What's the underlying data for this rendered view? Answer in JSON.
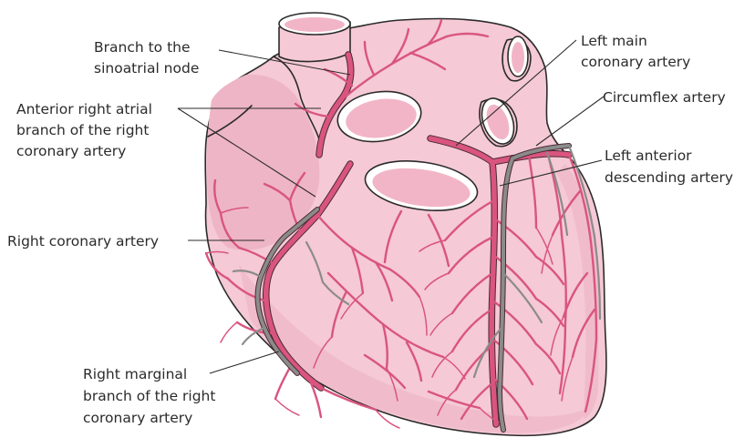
{
  "diagram": {
    "labels": {
      "sa_branch": [
        "Branch to the",
        "sinoatrial node"
      ],
      "anterior_atrial": [
        "Anterior right atrial",
        "branch of the right",
        "coronary artery"
      ],
      "rca": [
        "Right coronary artery"
      ],
      "marginal": [
        "Right marginal",
        "branch of the right",
        "coronary artery"
      ],
      "left_main": [
        "Left main",
        "coronary artery"
      ],
      "circumflex": [
        "Circumflex artery"
      ],
      "lad": [
        "Left anterior",
        "descending artery"
      ]
    },
    "colors": {
      "heart_fill": "#f5c9d6",
      "heart_shade": "#eeb5c6",
      "artery": "#d9557f",
      "vein": "#8b8b8b",
      "outline": "#2b2b2b",
      "vessel_lumen": "#ffffff",
      "vessel_inner": "#f2b5c7"
    }
  }
}
